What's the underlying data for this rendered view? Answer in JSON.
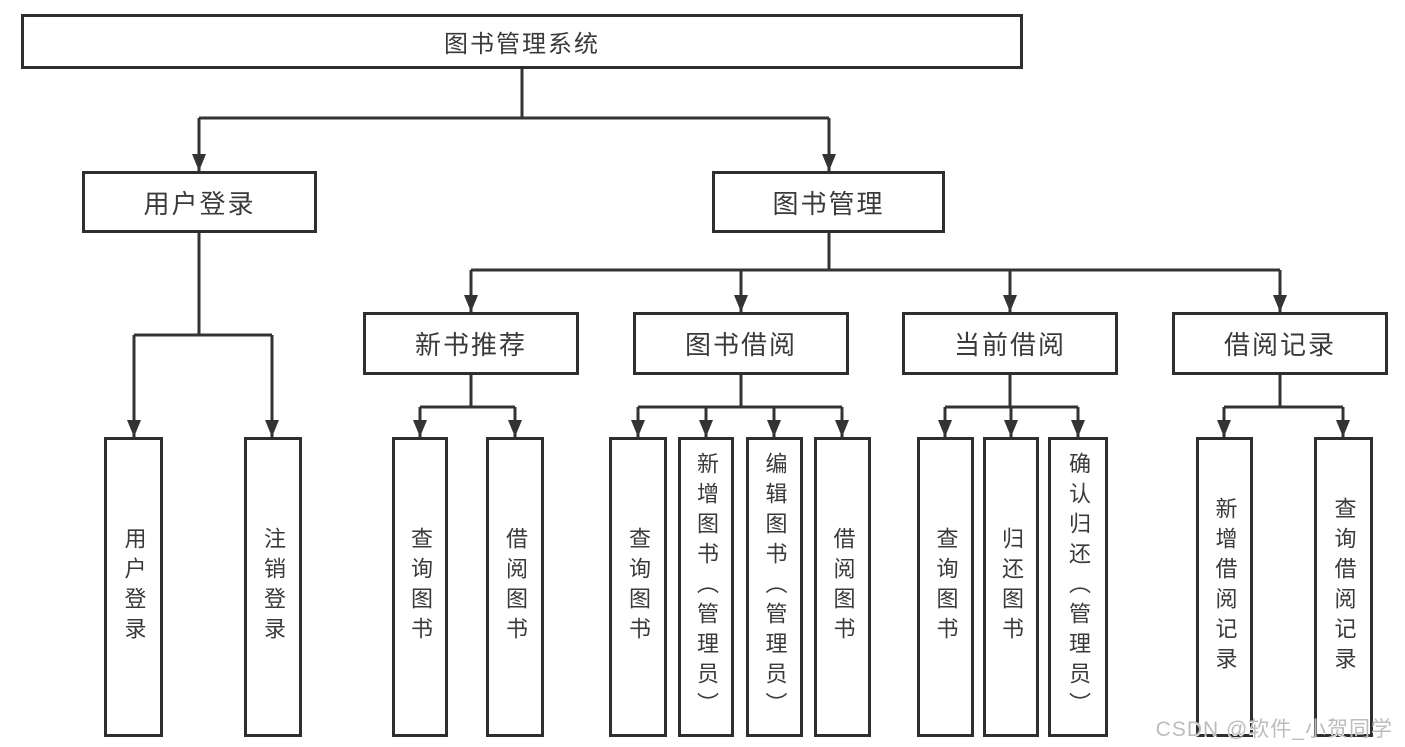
{
  "colors": {
    "line": "#333333",
    "box_border": "#2e2e2e",
    "box_fill": "#ffffff",
    "text": "#3a3a3a",
    "watermark_text": "#bcbcbc"
  },
  "diagram": {
    "type": "hierarchy-tree",
    "root_label": "图书管理系统",
    "branches": [
      {
        "label": "用户登录",
        "children": [
          {
            "label": "用户登录"
          },
          {
            "label": "注销登录"
          }
        ]
      },
      {
        "label": "图书管理",
        "children": [
          {
            "label": "新书推荐",
            "children": [
              {
                "label": "查询图书"
              },
              {
                "label": "借阅图书"
              }
            ]
          },
          {
            "label": "图书借阅",
            "children": [
              {
                "label": "查询图书"
              },
              {
                "label": "新增图书（管理员）"
              },
              {
                "label": "编辑图书（管理员）"
              },
              {
                "label": "借阅图书"
              }
            ]
          },
          {
            "label": "当前借阅",
            "children": [
              {
                "label": "查询图书"
              },
              {
                "label": "归还图书"
              },
              {
                "label": "确认归还（管理员）"
              }
            ]
          },
          {
            "label": "借阅记录",
            "children": [
              {
                "label": "新增借阅记录"
              },
              {
                "label": "查询借阅记录"
              }
            ]
          }
        ]
      }
    ]
  },
  "watermark": "CSDN @软件_小贺同学"
}
